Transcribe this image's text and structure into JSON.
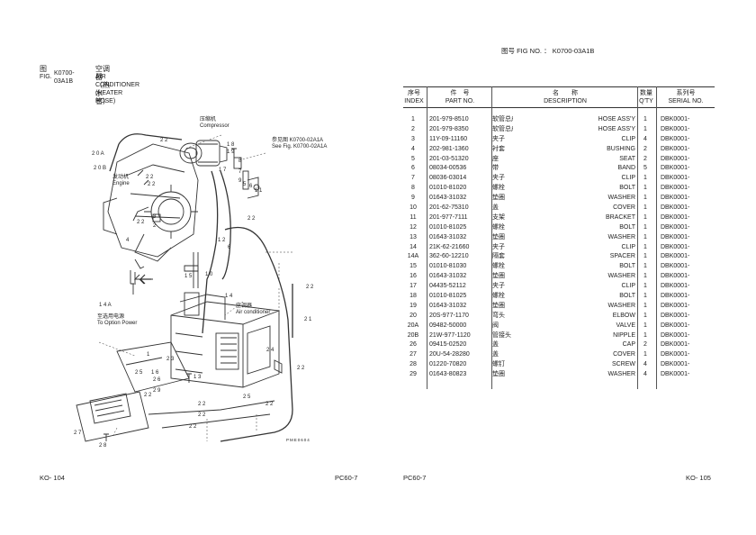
{
  "page_header": {
    "cn_label": "图号",
    "en_label": "FIG NO.",
    "value": "K0700-03A1B"
  },
  "figure": {
    "cn_label": "图",
    "en_label": "FIG.",
    "number": "K0700-03A1B",
    "title_cn": "空调器（热水管）",
    "title_en": "AIR CONDITIONER (HEATER HOSE)"
  },
  "diagram_labels": {
    "compressor_cn": "压缩机",
    "compressor_en": "Compressor",
    "engine_cn": "发动机",
    "engine_en": "Engine",
    "ref_cn": "参见图 K0700-02A1A",
    "ref_en": "See Fig. K0700-02A1A",
    "aircon_cn": "空调器",
    "aircon_en": "Air conditioner",
    "option_cn": "至选用电源",
    "option_en": "To Option Power",
    "drawing_code": "PME0604",
    "callouts": [
      "22",
      "20A",
      "20B",
      "18",
      "19",
      "8",
      "17",
      "7",
      "9",
      "5",
      "6",
      "11",
      "22",
      "22",
      "4",
      "22",
      "22",
      "12",
      "3",
      "2",
      "6",
      "15",
      "10",
      "14",
      "14A",
      "21",
      "22",
      "1",
      "24",
      "25",
      "16",
      "26",
      "23",
      "29",
      "22",
      "13",
      "27",
      "28",
      "22",
      "22",
      "22",
      "22",
      "22",
      "22"
    ]
  },
  "table": {
    "headers": {
      "index_cn": "序号",
      "index_en": "INDEX",
      "part_cn": "件　号",
      "part_en": "PART NO.",
      "desc_cn": "名　　称",
      "desc_en": "DESCRIPTION",
      "qty_cn": "数量",
      "qty_en": "Q'TY",
      "serial_cn": "系列号",
      "serial_en": "SERIAL NO."
    },
    "rows": [
      {
        "idx": "1",
        "part": "201-979-8510",
        "cn": "软管总成",
        "en": "HOSE ASS'Y",
        "qty": "1",
        "serial": "DBK0001-"
      },
      {
        "idx": "2",
        "part": "201-979-8350",
        "cn": "软管总成",
        "en": "HOSE ASS'Y",
        "qty": "1",
        "serial": "DBK0001-"
      },
      {
        "idx": "3",
        "part": "11Y-09-11160",
        "cn": "夹子",
        "en": "CLIP",
        "qty": "4",
        "serial": "DBK0001-"
      },
      {
        "idx": "4",
        "part": "202-981-1360",
        "cn": "衬套",
        "en": "BUSHING",
        "qty": "2",
        "serial": "DBK0001-"
      },
      {
        "idx": "5",
        "part": "201-03-51320",
        "cn": "座",
        "en": "SEAT",
        "qty": "2",
        "serial": "DBK0001-"
      },
      {
        "idx": "6",
        "part": "08034-00536",
        "cn": "带",
        "en": "BAND",
        "qty": "5",
        "serial": "DBK0001-"
      },
      {
        "idx": "7",
        "part": "08036-03014",
        "cn": "夹子",
        "en": "CLIP",
        "qty": "1",
        "serial": "DBK0001-"
      },
      {
        "idx": "8",
        "part": "01010-81020",
        "cn": "螺栓",
        "en": "BOLT",
        "qty": "1",
        "serial": "DBK0001-"
      },
      {
        "idx": "9",
        "part": "01643-31032",
        "cn": "垫圈",
        "en": "WASHER",
        "qty": "1",
        "serial": "DBK0001-"
      },
      {
        "idx": "10",
        "part": "201-62-75310",
        "cn": "盖",
        "en": "COVER",
        "qty": "1",
        "serial": "DBK0001-"
      },
      {
        "idx": "11",
        "part": "201-977-7111",
        "cn": "支架",
        "en": "BRACKET",
        "qty": "1",
        "serial": "DBK0001-"
      },
      {
        "idx": "12",
        "part": "01010-81025",
        "cn": "螺栓",
        "en": "BOLT",
        "qty": "1",
        "serial": "DBK0001-"
      },
      {
        "idx": "13",
        "part": "01643-31032",
        "cn": "垫圈",
        "en": "WASHER",
        "qty": "1",
        "serial": "DBK0001-"
      },
      {
        "idx": "14",
        "part": "21K-62-21660",
        "cn": "夹子",
        "en": "CLIP",
        "qty": "1",
        "serial": "DBK0001-"
      },
      {
        "idx": "14A",
        "part": "362-60-12210",
        "cn": "隔套",
        "en": "SPACER",
        "qty": "1",
        "serial": "DBK0001-"
      },
      {
        "idx": "15",
        "part": "01010-81030",
        "cn": "螺栓",
        "en": "BOLT",
        "qty": "1",
        "serial": "DBK0001-"
      },
      {
        "idx": "16",
        "part": "01643-31032",
        "cn": "垫圈",
        "en": "WASHER",
        "qty": "1",
        "serial": "DBK0001-"
      },
      {
        "idx": "17",
        "part": "04435-52112",
        "cn": "夹子",
        "en": "CLIP",
        "qty": "1",
        "serial": "DBK0001-"
      },
      {
        "idx": "18",
        "part": "01010-81025",
        "cn": "螺栓",
        "en": "BOLT",
        "qty": "1",
        "serial": "DBK0001-"
      },
      {
        "idx": "19",
        "part": "01643-31032",
        "cn": "垫圈",
        "en": "WASHER",
        "qty": "1",
        "serial": "DBK0001-"
      },
      {
        "idx": "20",
        "part": "20S-977-1170",
        "cn": "弯头",
        "en": "ELBOW",
        "qty": "1",
        "serial": "DBK0001-"
      },
      {
        "idx": "20A",
        "part": "09482-50000",
        "cn": "阀",
        "en": "VALVE",
        "qty": "1",
        "serial": "DBK0001-"
      },
      {
        "idx": "20B",
        "part": "21W-977-1120",
        "cn": "管接头",
        "en": "NIPPLE",
        "qty": "1",
        "serial": "DBK0001-"
      },
      {
        "idx": "26",
        "part": "09415-02520",
        "cn": "盖",
        "en": "CAP",
        "qty": "2",
        "serial": "DBK0001-"
      },
      {
        "idx": "27",
        "part": "20U-54-28280",
        "cn": "盖",
        "en": "COVER",
        "qty": "1",
        "serial": "DBK0001-"
      },
      {
        "idx": "28",
        "part": "01220-70820",
        "cn": "螺钉",
        "en": "SCREW",
        "qty": "4",
        "serial": "DBK0001-"
      },
      {
        "idx": "29",
        "part": "01643-80823",
        "cn": "垫圈",
        "en": "WASHER",
        "qty": "4",
        "serial": "DBK0001-"
      }
    ]
  },
  "footer": {
    "left_page": "KO- 104",
    "left_model": "PC60-7",
    "right_model": "PC60-7",
    "right_page": "KO- 105"
  }
}
